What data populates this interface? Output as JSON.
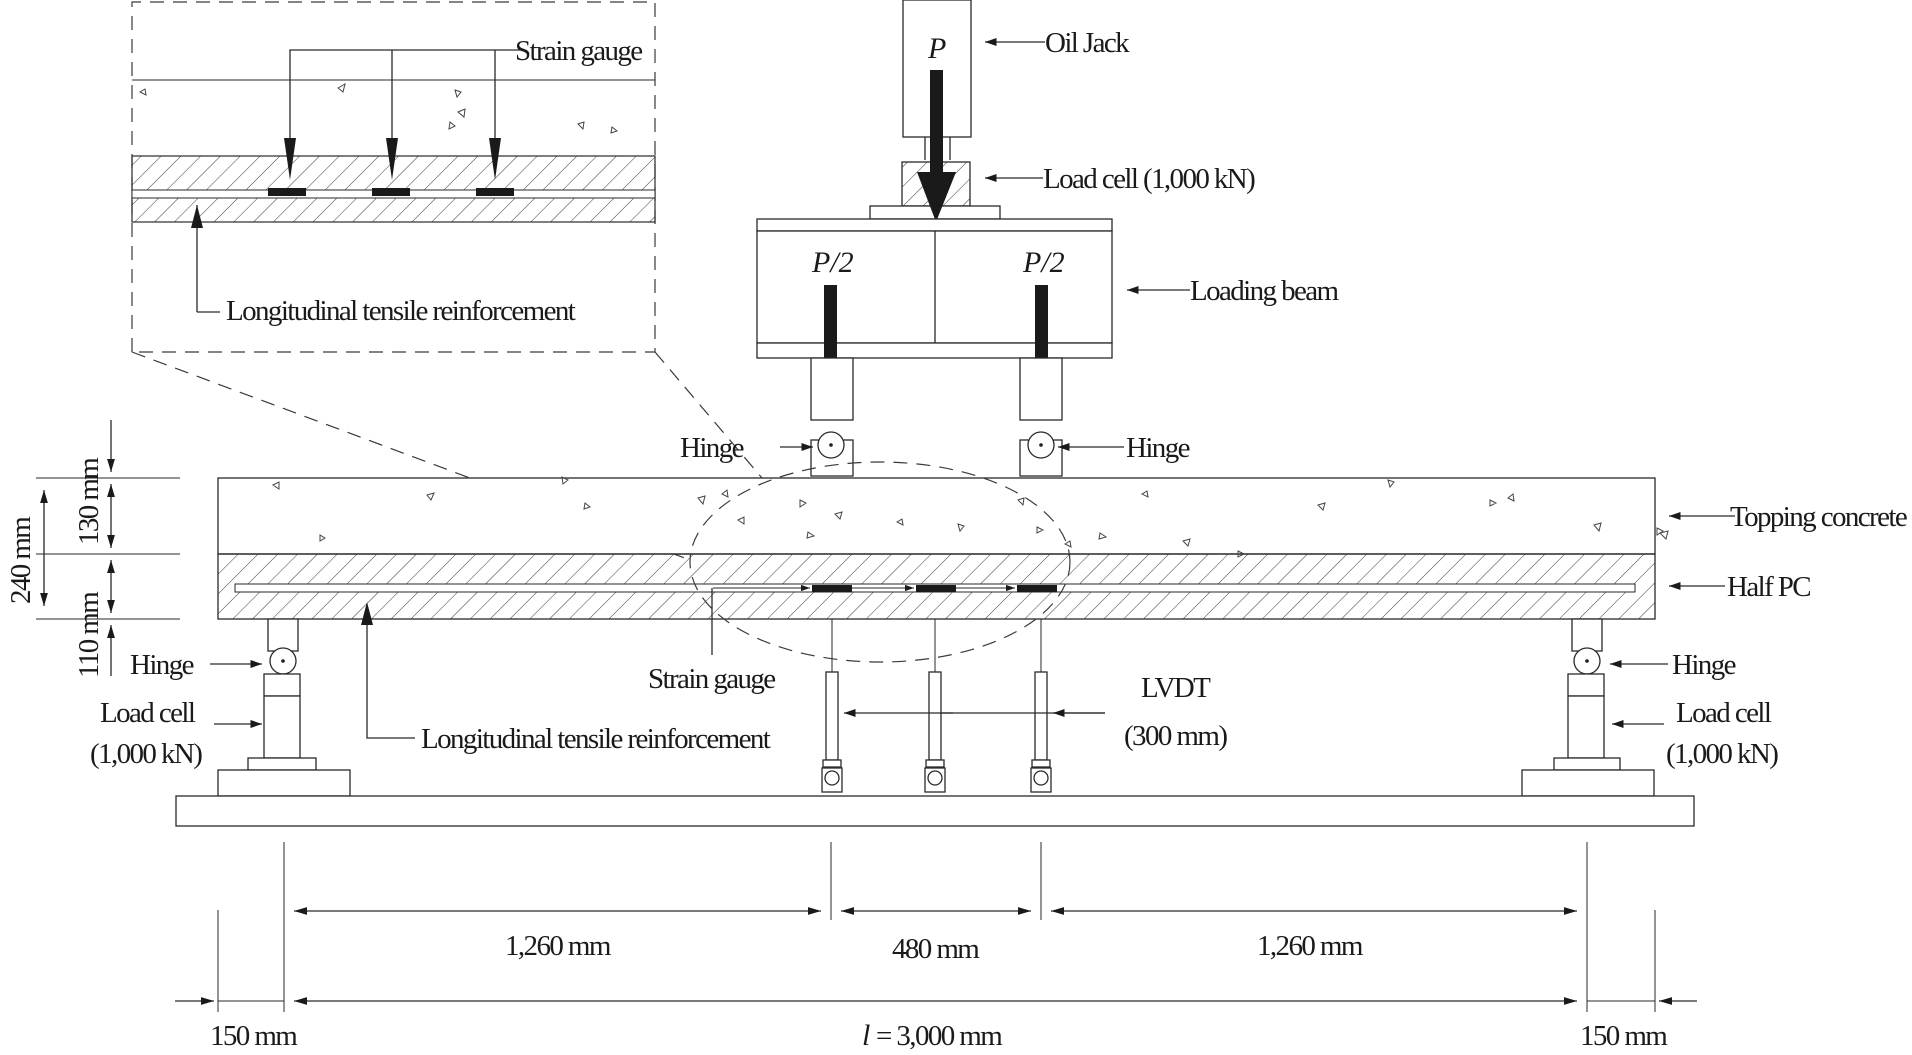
{
  "labels": {
    "oil_jack": "Oil Jack",
    "load_symbol": "P",
    "half_load_symbol": "P/2",
    "load_cell_top": "Load cell (1,000 kN)",
    "loading_beam": "Loading beam",
    "hinge": "Hinge",
    "topping_concrete": "Topping concrete",
    "half_pc": "Half PC",
    "strain_gauge": "Strain gauge",
    "longitudinal_reinforcement": "Longitudinal tensile reinforcement",
    "lvdt_line1": "LVDT",
    "lvdt_line2": "(300 mm)",
    "load_cell_side_line1": "Load cell",
    "load_cell_side_line2": "(1,000 kN)"
  },
  "dimensions": {
    "total_depth": "240 mm",
    "topping_depth": "130 mm",
    "pc_depth": "110 mm",
    "shear_span_left": "1,260 mm",
    "mid_span": "480 mm",
    "shear_span_right": "1,260 mm",
    "overhang_left": "150 mm",
    "overhang_right": "150 mm",
    "span_symbol": "l",
    "span_value": "= 3,000 mm"
  },
  "colors": {
    "line": "#2a2a2a",
    "arrow": "#1a1a1a",
    "background": "#ffffff"
  }
}
